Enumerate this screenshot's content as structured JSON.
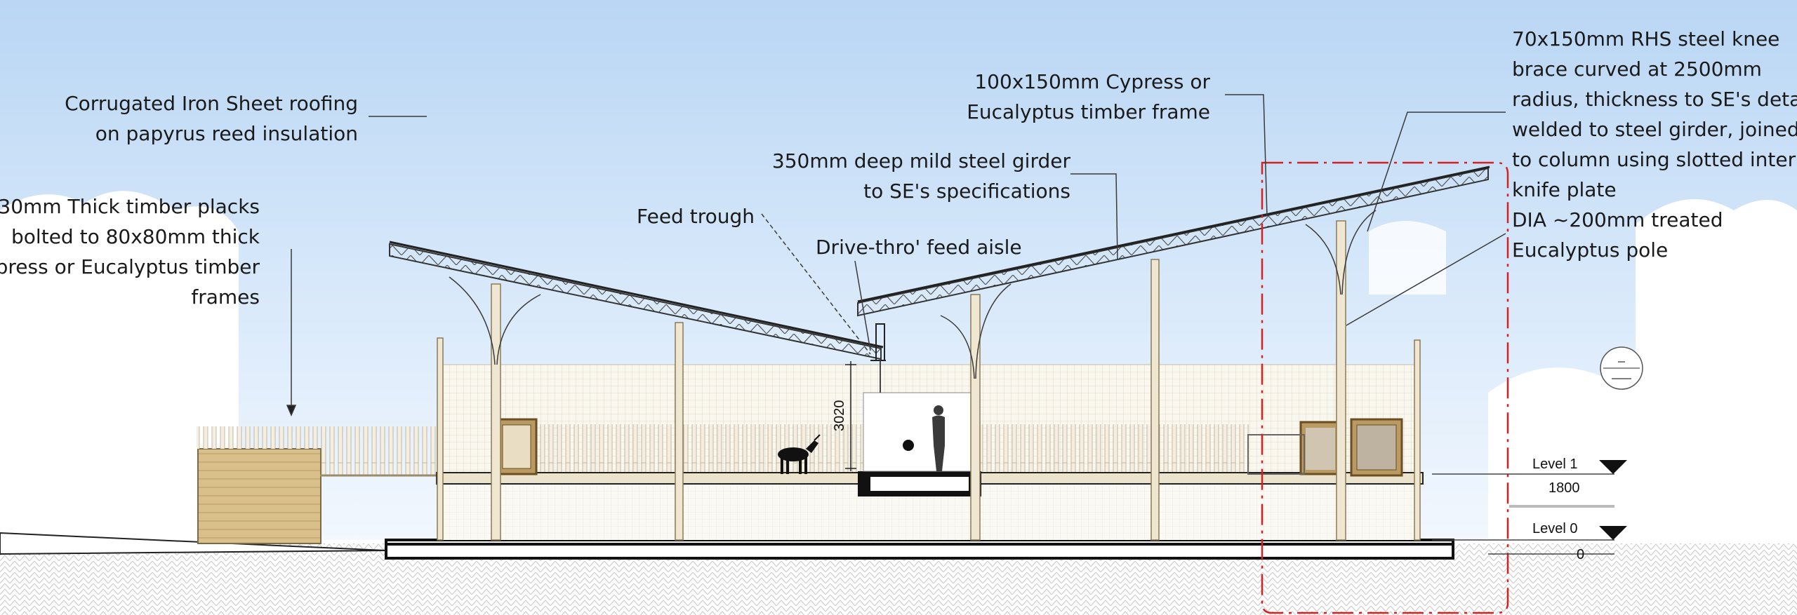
{
  "colors": {
    "sky_top": "#bcd8f5",
    "sky_bottom": "#eef5fd",
    "timber": "#e6dcc4",
    "timber_dark": "#a89466",
    "steel": "#3c3c3c",
    "section_line": "#d42020",
    "door": "#8a6a3a",
    "ground_hatch": "#cfcfcf"
  },
  "annotations": {
    "roofing": [
      "Corrugated Iron Sheet roofing",
      "on papyrus reed insulation"
    ],
    "timber_placks": [
      "30mm Thick timber placks",
      "bolted to 80x80mm thick",
      "cypress or Eucalyptus timber",
      "frames"
    ],
    "feed_trough": [
      "Feed trough"
    ],
    "feed_aisle": [
      "Drive-thro' feed aisle"
    ],
    "girder": [
      "350mm deep mild steel girder",
      "to SE's specifications"
    ],
    "timber_frame": [
      "100x150mm Cypress or",
      "Eucalyptus timber frame"
    ],
    "knee_brace": [
      "70x150mm RHS steel knee",
      "brace curved at 2500mm",
      "radius, thickness to SE's details;",
      "welded to steel girder, joined",
      "to column using slotted internal",
      "knife plate"
    ],
    "pole": [
      "DIA ~200mm treated",
      "Eucalyptus pole"
    ]
  },
  "levels": {
    "level1_label": "Level 1",
    "level1_value": "1800",
    "level0_label": "Level 0",
    "level0_value": "0"
  },
  "dimension": "3020",
  "icons": [
    "goat-icon",
    "person-icon",
    "level-marker-icon",
    "section-marker-icon"
  ]
}
